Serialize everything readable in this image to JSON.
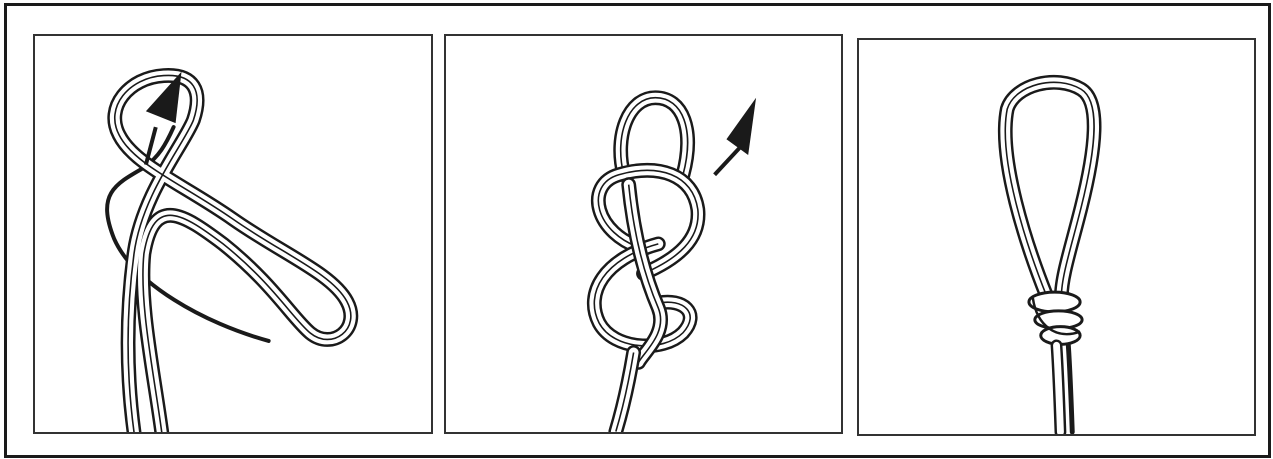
{
  "diagram": {
    "colors": {
      "rope_outline": "#1a1a1a",
      "rope_fill": "#ffffff",
      "arrow": "#1a1a1a",
      "frame": "#1a1a1a"
    },
    "panels": [
      {
        "step": 1,
        "icons": [
          "rope-loop",
          "arrow-up-icon"
        ]
      },
      {
        "step": 2,
        "icons": [
          "figure-eight-knot",
          "arrow-up-right-icon"
        ]
      },
      {
        "step": 3,
        "icons": [
          "finished-loop-knot"
        ]
      }
    ]
  }
}
